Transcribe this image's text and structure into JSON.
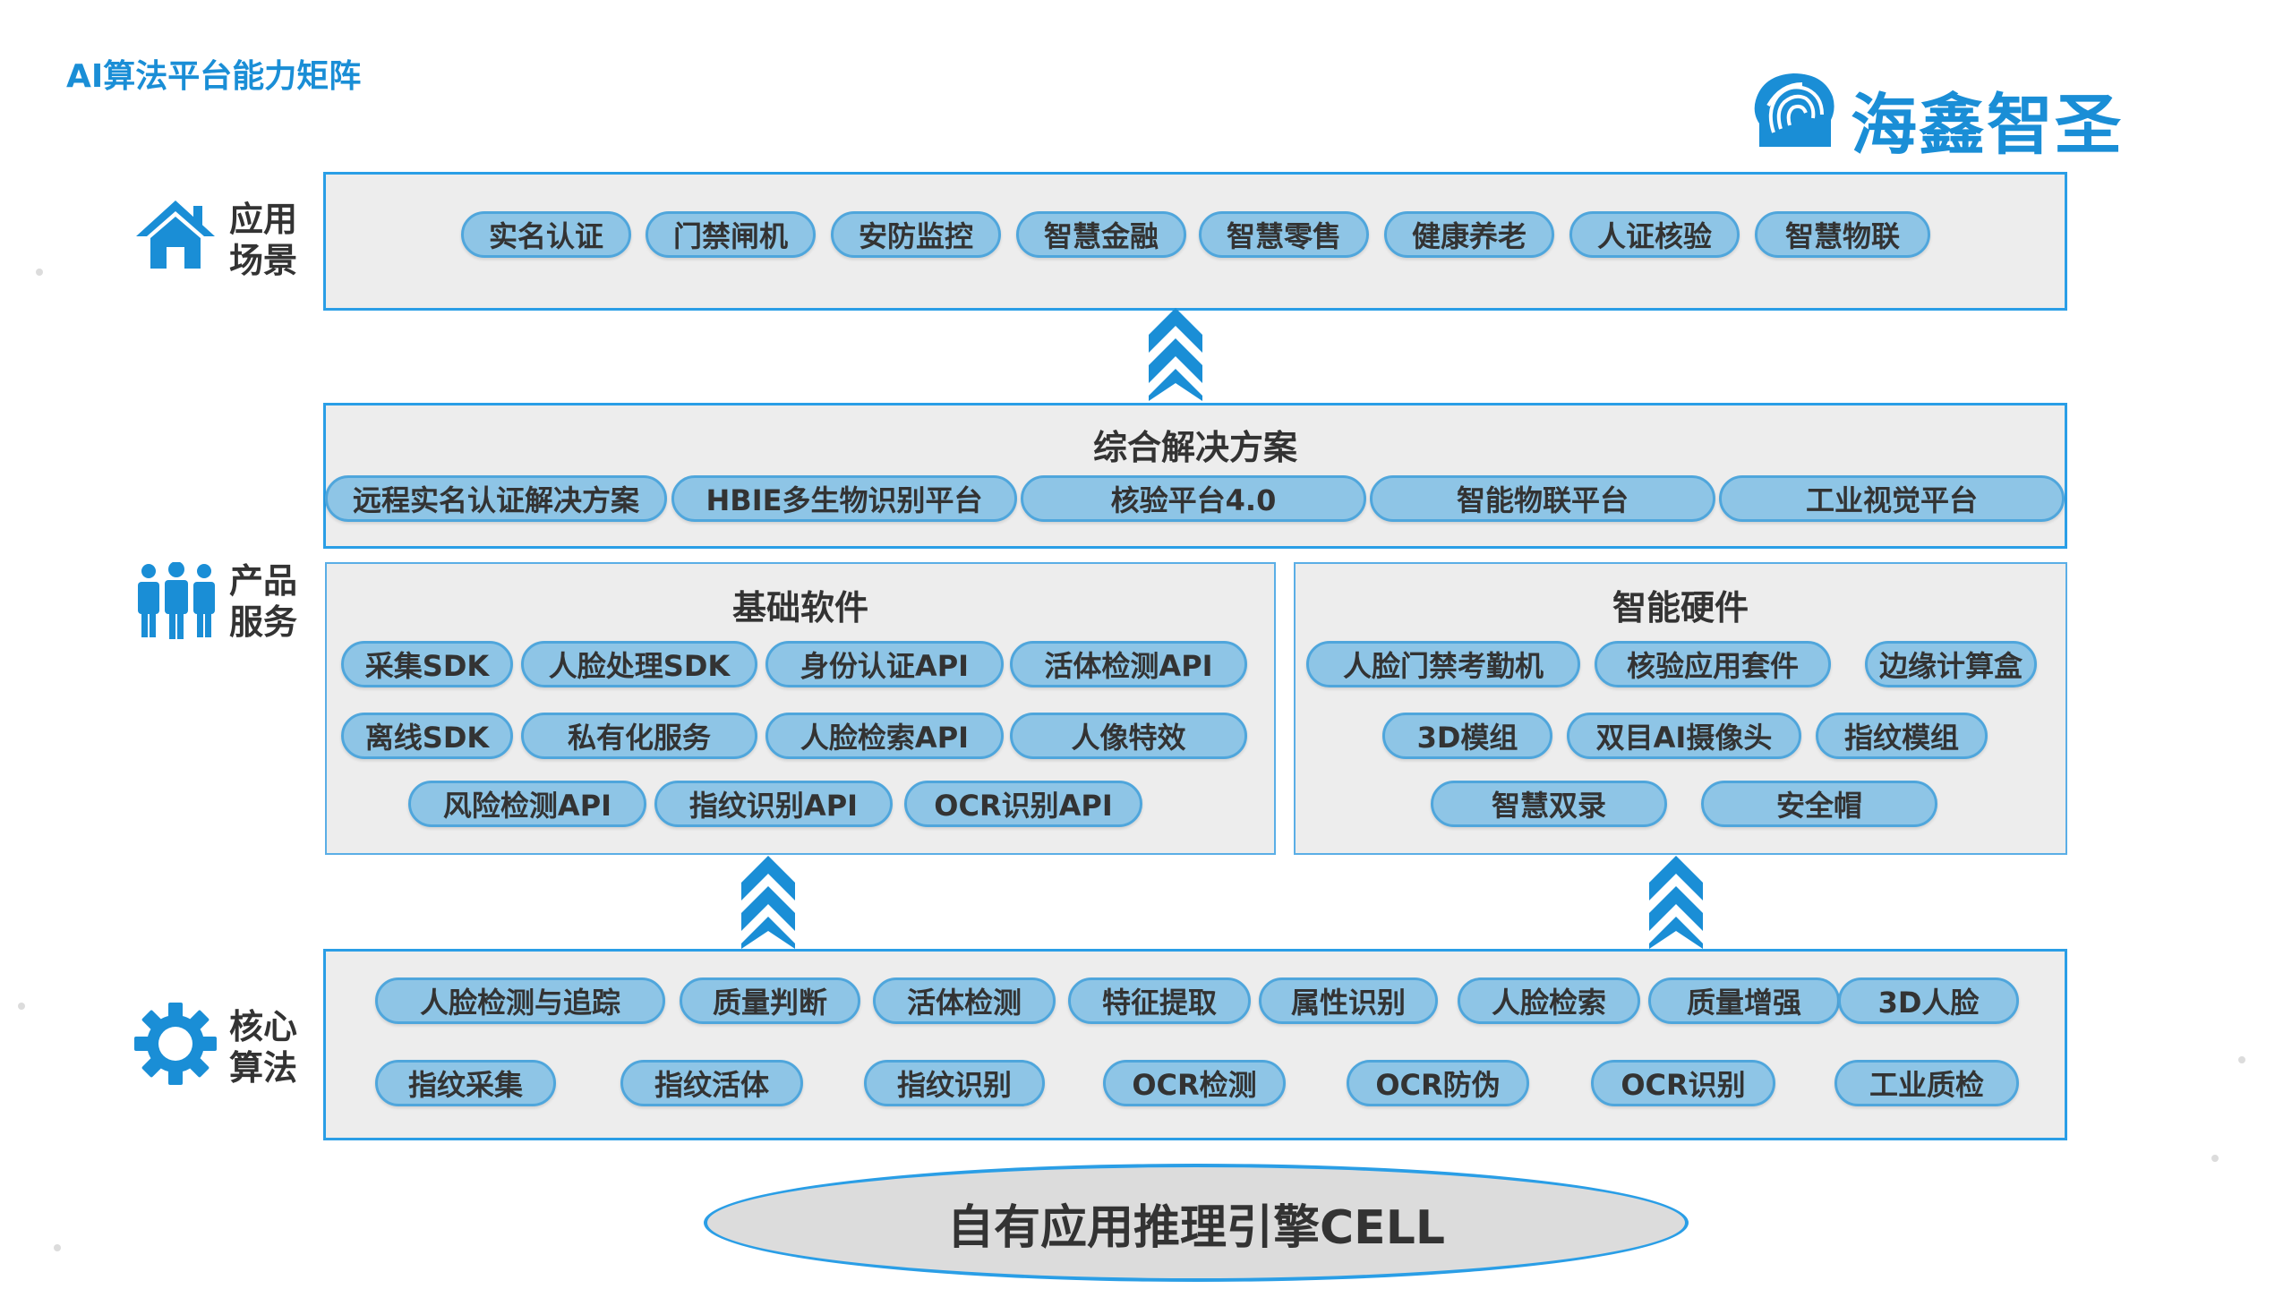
{
  "page_title": "AI算法平台能力矩阵",
  "logo": {
    "text": "海鑫智圣",
    "icon": "fingerprint-head-logo"
  },
  "colors": {
    "accent": "#2a9ee6",
    "pill": "#8ec5e6",
    "box": "#ededed"
  },
  "layers": {
    "application": {
      "label": "应用场景",
      "icon": "house-icon"
    },
    "product": {
      "label": "产品服务",
      "icon": "people-icon"
    },
    "core": {
      "label": "核心算法",
      "icon": "gear-icon"
    }
  },
  "application_items": [
    "实名认证",
    "门禁闸机",
    "安防监控",
    "智慧金融",
    "智慧零售",
    "健康养老",
    "人证核验",
    "智慧物联"
  ],
  "solutions": {
    "title": "综合解决方案",
    "items": [
      "远程实名认证解决方案",
      "HBIE多生物识别平台",
      "核验平台4.0",
      "智能物联平台",
      "工业视觉平台"
    ]
  },
  "basic_software": {
    "title": "基础软件",
    "items": [
      "采集SDK",
      "人脸处理SDK",
      "身份认证API",
      "活体检测API",
      "离线SDK",
      "私有化服务",
      "人脸检索API",
      "人像特效",
      "风险检测API",
      "指纹识别API",
      "OCR识别API"
    ]
  },
  "smart_hardware": {
    "title": "智能硬件",
    "items": [
      "人脸门禁考勤机",
      "核验应用套件",
      "边缘计算盒",
      "3D模组",
      "双目AI摄像头",
      "指纹模组",
      "智慧双录",
      "安全帽"
    ]
  },
  "core_algorithms": {
    "row1": [
      "人脸检测与追踪",
      "质量判断",
      "活体检测",
      "特征提取",
      "属性识别",
      "人脸检索",
      "质量增强",
      "3D人脸"
    ],
    "row2": [
      "指纹采集",
      "指纹活体",
      "指纹识别",
      "OCR检测",
      "OCR防伪",
      "OCR识别",
      "工业质检"
    ]
  },
  "engine": "自有应用推理引擎CELL"
}
